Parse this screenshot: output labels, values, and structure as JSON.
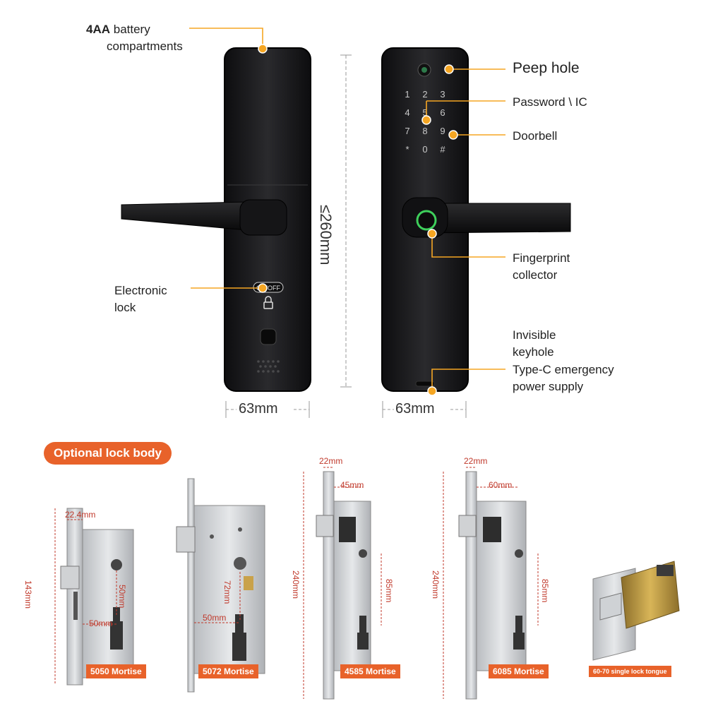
{
  "callouts": {
    "battery_bold": "4AA",
    "battery_rest": " battery",
    "battery_line2": "compartments",
    "peep_hole": "Peep hole",
    "password": "Password \\ IC",
    "doorbell": "Doorbell",
    "fingerprint_line1": "Fingerprint",
    "fingerprint_line2": "collector",
    "electronic_line1": "Electronic",
    "electronic_line2": "lock",
    "invisible_line1": "Invisible",
    "invisible_line2": "keyhole",
    "typec_line1": "Type-C emergency",
    "typec_line2": "power supply"
  },
  "dimensions": {
    "height": "≤260mm",
    "width_back": "63mm",
    "width_front": "63mm"
  },
  "keypad": [
    "1",
    "2",
    "3",
    "4",
    "5",
    "6",
    "7",
    "8",
    "9",
    "*",
    "0",
    "#"
  ],
  "on_off_label": "ON/OFF",
  "section_title": "Optional lock body",
  "mortises": {
    "m5050": {
      "name": "5050 Mortise",
      "width": "22.4mm",
      "height": "143mm",
      "d1": "50mm",
      "d2": "50mm"
    },
    "m5072": {
      "name": "5072 Mortise",
      "d1": "72mm",
      "d2": "50mm"
    },
    "m4585": {
      "name": "4585 Mortise",
      "width": "22mm",
      "backset": "45mm",
      "height": "240mm",
      "c2c": "85mm"
    },
    "m6085": {
      "name": "6085 Mortise",
      "width": "22mm",
      "backset": "60mm",
      "height": "240mm",
      "c2c": "85mm"
    },
    "tongue": {
      "name": "60-70 single lock tongue"
    }
  },
  "colors": {
    "accent": "#f5a623",
    "orange_tag": "#e8622a",
    "lock_body": "#1b1b1d",
    "red_dim": "#c0392b"
  }
}
